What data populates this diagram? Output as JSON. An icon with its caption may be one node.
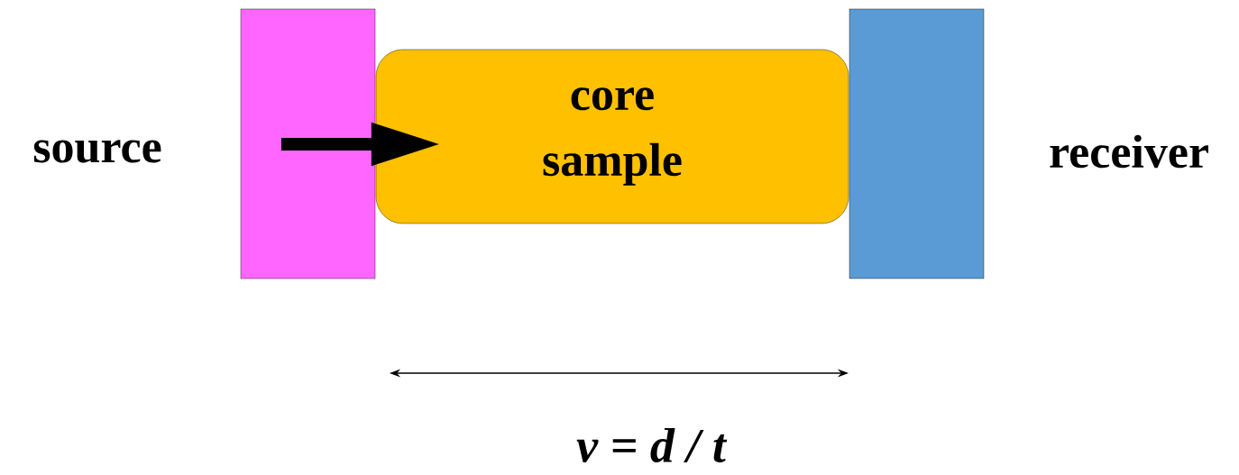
{
  "diagram": {
    "nodes": [
      {
        "text": [],
        "shape": "box",
        "beside": [
          "source"
        ]
      },
      {
        "text": [
          "core sample"
        ]
      },
      {
        "text": [],
        "shape": "box",
        "beside": [
          "receiver"
        ]
      }
    ],
    "edges": [
      {
        "from": 0,
        "to": 1,
        "arrow": "to"
      }
    ],
    "labels": [
      "v =  d / t"
    ]
  }
}
